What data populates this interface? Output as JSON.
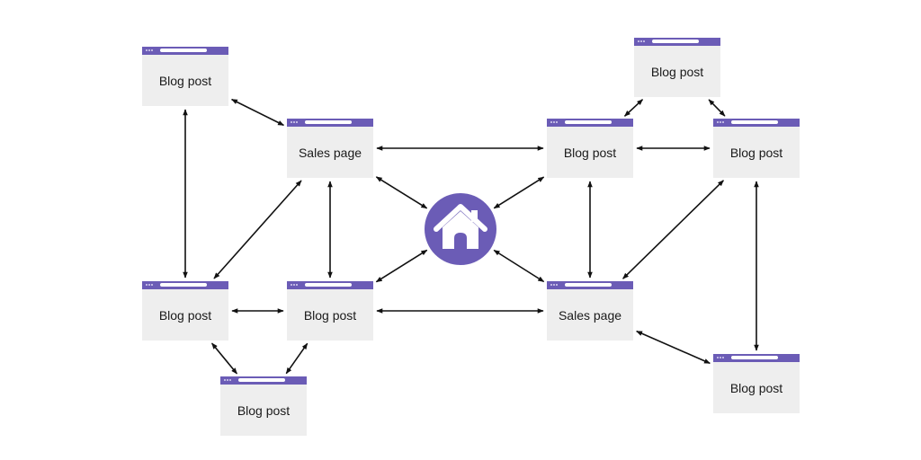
{
  "colors": {
    "accent": "#6b5cb6",
    "card_bg": "#eeeeee",
    "arrow": "#111111"
  },
  "home": {
    "icon": "house-icon"
  },
  "nodes": [
    {
      "id": "bp1",
      "label": "Blog post"
    },
    {
      "id": "sp1",
      "label": "Sales page"
    },
    {
      "id": "bp2",
      "label": "Blog post"
    },
    {
      "id": "bp3",
      "label": "Blog post"
    },
    {
      "id": "bp4",
      "label": "Blog post"
    },
    {
      "id": "bp5",
      "label": "Blog post"
    },
    {
      "id": "bp6",
      "label": "Blog post"
    },
    {
      "id": "bp7",
      "label": "Blog post"
    },
    {
      "id": "sp2",
      "label": "Sales page"
    },
    {
      "id": "bp8",
      "label": "Blog post"
    }
  ],
  "edges": [
    [
      "bp1",
      "sp1"
    ],
    [
      "bp1",
      "bp2"
    ],
    [
      "bp2",
      "bp3"
    ],
    [
      "bp2",
      "bp4"
    ],
    [
      "bp3",
      "bp4"
    ],
    [
      "sp1",
      "bp2"
    ],
    [
      "sp1",
      "bp3"
    ],
    [
      "sp1",
      "home"
    ],
    [
      "bp3",
      "home"
    ],
    [
      "sp1",
      "bp6"
    ],
    [
      "bp6",
      "bp7"
    ],
    [
      "bp5",
      "bp6"
    ],
    [
      "bp5",
      "bp7"
    ],
    [
      "bp6",
      "home"
    ],
    [
      "bp6",
      "sp2"
    ],
    [
      "sp2",
      "home"
    ],
    [
      "sp2",
      "bp7"
    ],
    [
      "bp3",
      "sp2"
    ],
    [
      "sp2",
      "bp8"
    ],
    [
      "bp7",
      "bp8"
    ]
  ]
}
